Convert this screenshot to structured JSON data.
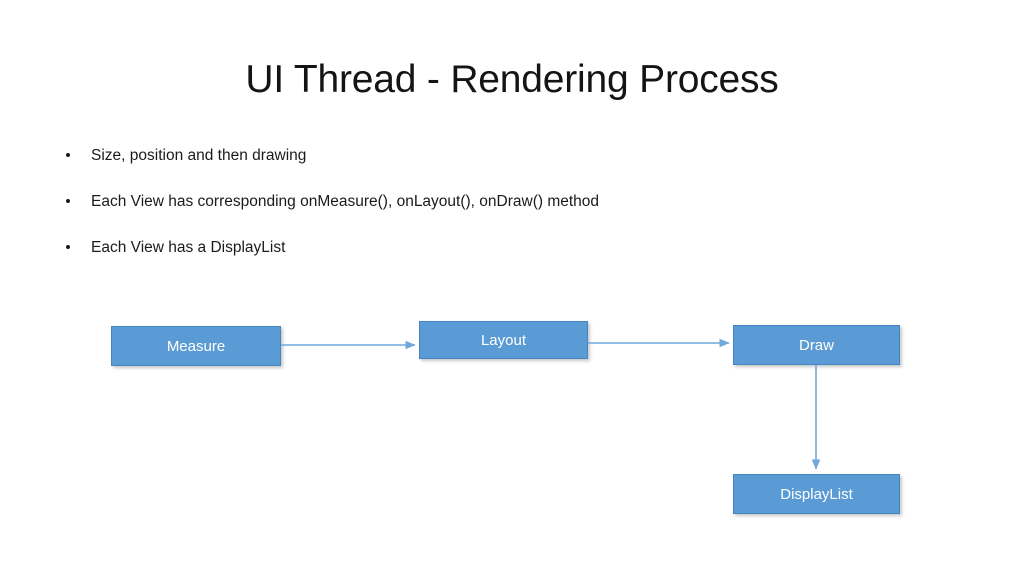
{
  "slide": {
    "title": "UI Thread - Rendering Process",
    "background_color": "#FFFFFF",
    "title_color": "#141414"
  },
  "bullets": [
    {
      "text": "Size, position and then drawing"
    },
    {
      "text": "Each View has corresponding onMeasure(), onLayout(), onDraw() method"
    },
    {
      "text": "Each View has a DisplayList"
    }
  ],
  "diagram": {
    "type": "flowchart",
    "box_fill_color": "#5B9BD5",
    "box_border_color": "#4586C0",
    "box_text_color": "#FFFFFF",
    "connector_color": "#6FA8DC",
    "nodes": [
      {
        "id": "measure",
        "label": "Measure"
      },
      {
        "id": "layout",
        "label": "Layout"
      },
      {
        "id": "draw",
        "label": "Draw"
      },
      {
        "id": "displaylist",
        "label": "DisplayList"
      }
    ],
    "edges": [
      {
        "from": "measure",
        "to": "layout",
        "direction": "right"
      },
      {
        "from": "layout",
        "to": "draw",
        "direction": "right"
      },
      {
        "from": "draw",
        "to": "displaylist",
        "direction": "down"
      }
    ]
  }
}
